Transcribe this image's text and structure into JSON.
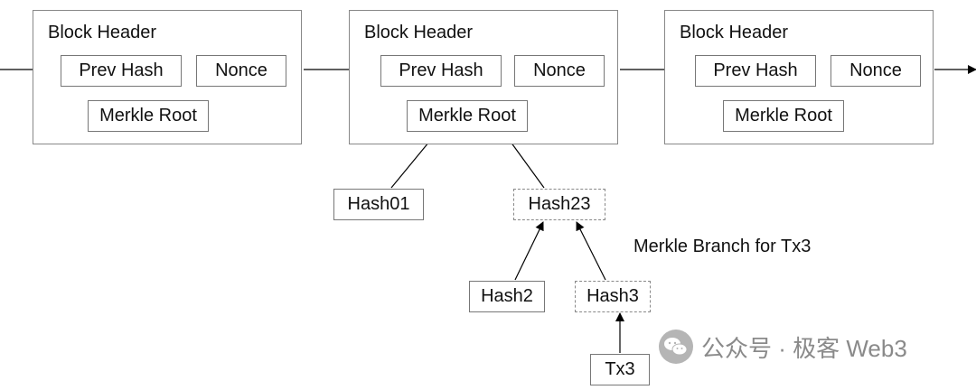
{
  "blocks": [
    {
      "title": "Block Header",
      "prev": "Prev Hash",
      "nonce": "Nonce",
      "root": "Merkle Root"
    },
    {
      "title": "Block Header",
      "prev": "Prev Hash",
      "nonce": "Nonce",
      "root": "Merkle Root"
    },
    {
      "title": "Block Header",
      "prev": "Prev Hash",
      "nonce": "Nonce",
      "root": "Merkle Root"
    }
  ],
  "tree": {
    "hash01": "Hash01",
    "hash23": "Hash23",
    "hash2": "Hash2",
    "hash3": "Hash3",
    "tx3": "Tx3",
    "branch_label": "Merkle Branch for Tx3"
  },
  "watermark": {
    "text": "公众号 · 极客 Web3",
    "logo": "wechat-logo-icon"
  }
}
